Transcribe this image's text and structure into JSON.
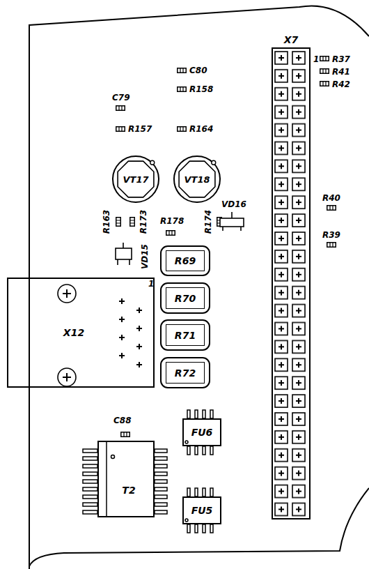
{
  "diagram": {
    "nodes": [
      {
        "text": [
          "X7"
        ]
      },
      {
        "text": [
          "VT17"
        ]
      },
      {
        "text": [
          "VT18"
        ]
      },
      {
        "text": [
          "R69"
        ]
      },
      {
        "text": [
          "R70"
        ]
      },
      {
        "text": [
          "R71"
        ]
      },
      {
        "text": [
          "R72"
        ]
      },
      {
        "text": [
          "X12"
        ]
      },
      {
        "text": [
          "FU6"
        ]
      },
      {
        "text": [
          "FU5"
        ]
      },
      {
        "text": [
          "T2"
        ]
      }
    ],
    "labels": [
      "1",
      "R37",
      "R41",
      "R42",
      "C79",
      "C80",
      "R158",
      "R157",
      "R164",
      "R40",
      "R39",
      "VD16",
      "R163",
      "R173",
      "R178",
      "R174",
      "VD15",
      "1",
      "C88"
    ]
  }
}
